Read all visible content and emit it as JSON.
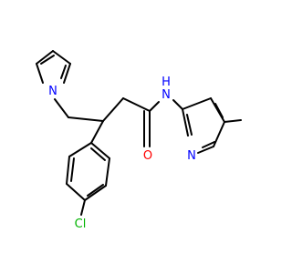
{
  "molecule": {
    "atom_labels": {
      "pyrrole_n": "N",
      "amide_nh": "N",
      "amide_h": "H",
      "carbonyl_o": "O",
      "pyridine_n": "N",
      "chlorine": "Cl"
    }
  },
  "colors": {
    "bond": "#000000",
    "nitrogen": "#0000ff",
    "oxygen": "#ff0000",
    "chlorine": "#00b300"
  }
}
